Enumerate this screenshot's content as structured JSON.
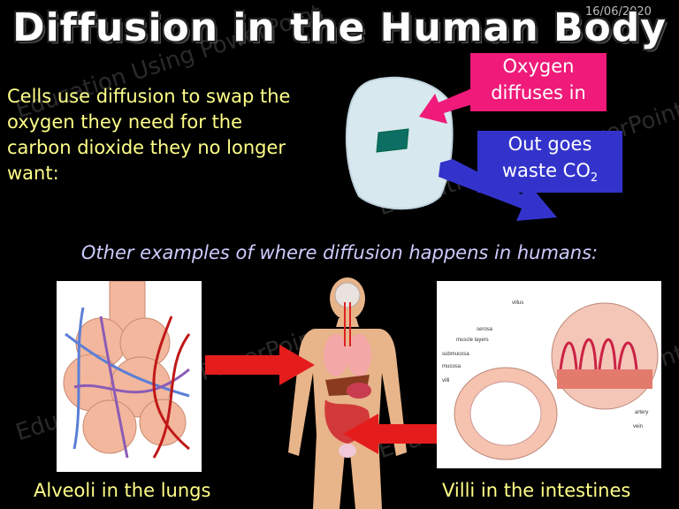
{
  "slide": {
    "date": "16/06/2020",
    "title": "Diffusion in the Human Body",
    "intro": "Cells use diffusion to swap the oxygen they need for the carbon dioxide they no longer want:",
    "oxygen_box": {
      "line1": "Oxygen",
      "line2": "diffuses in"
    },
    "co2_box": {
      "line1": "Out goes",
      "line2_main": "waste CO",
      "line2_sub": "2"
    },
    "other_examples": "Other examples of where diffusion happens in humans:",
    "captions": {
      "lungs": "Alveoli in the lungs",
      "villi": "Villi in the intestines"
    },
    "villi_labels": [
      "villus",
      "serosa",
      "muscle layers",
      "submucosa",
      "mucosa",
      "villi",
      "artery",
      "vein"
    ],
    "watermark": "Education Using PowerPoint"
  },
  "colors": {
    "oxygen_box": "#ef1a79",
    "co2_box": "#3333cc",
    "arrow_red": "#e51c1c",
    "arrow_blue": "#3333cc"
  }
}
